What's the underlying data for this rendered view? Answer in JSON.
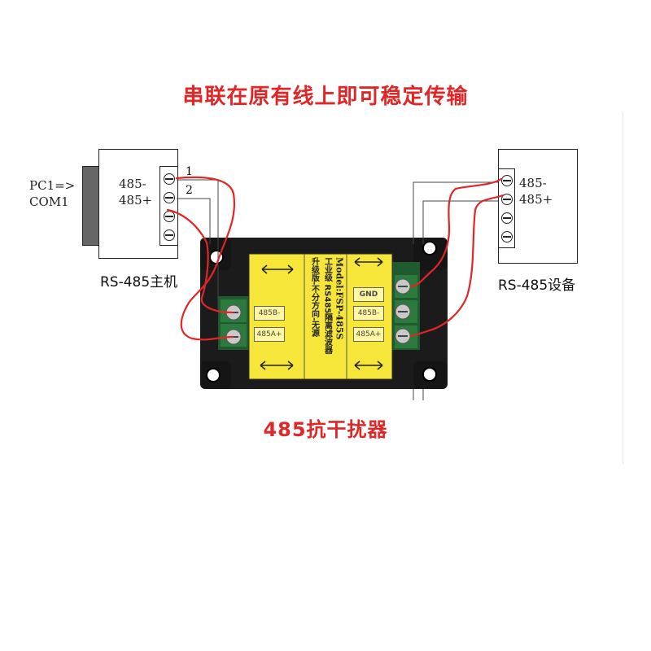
{
  "title": "串联在原有线上即可稳定传输",
  "subtitle": "485抗干扰器",
  "host": {
    "caption": "RS-485主机",
    "pc_line1": "PC1=>",
    "pc_line2": "COM1",
    "term1": "485-",
    "term2": "485+",
    "wire1": "1",
    "wire2": "2"
  },
  "device": {
    "caption": "RS-485设备",
    "term1": "485-",
    "term2": "485+"
  },
  "filter": {
    "model": "Model:FSP-485S",
    "line2": "工业级 RS485隔离滤波器",
    "line3": "升级版-不分方向-无源",
    "left_b": "485B-",
    "left_a": "485A+",
    "right_gnd": "GND",
    "right_b": "485B-",
    "right_a": "485A+"
  },
  "colors": {
    "accent": "#e02626",
    "plate": "#f7e63a",
    "body": "#1a1a1a"
  }
}
